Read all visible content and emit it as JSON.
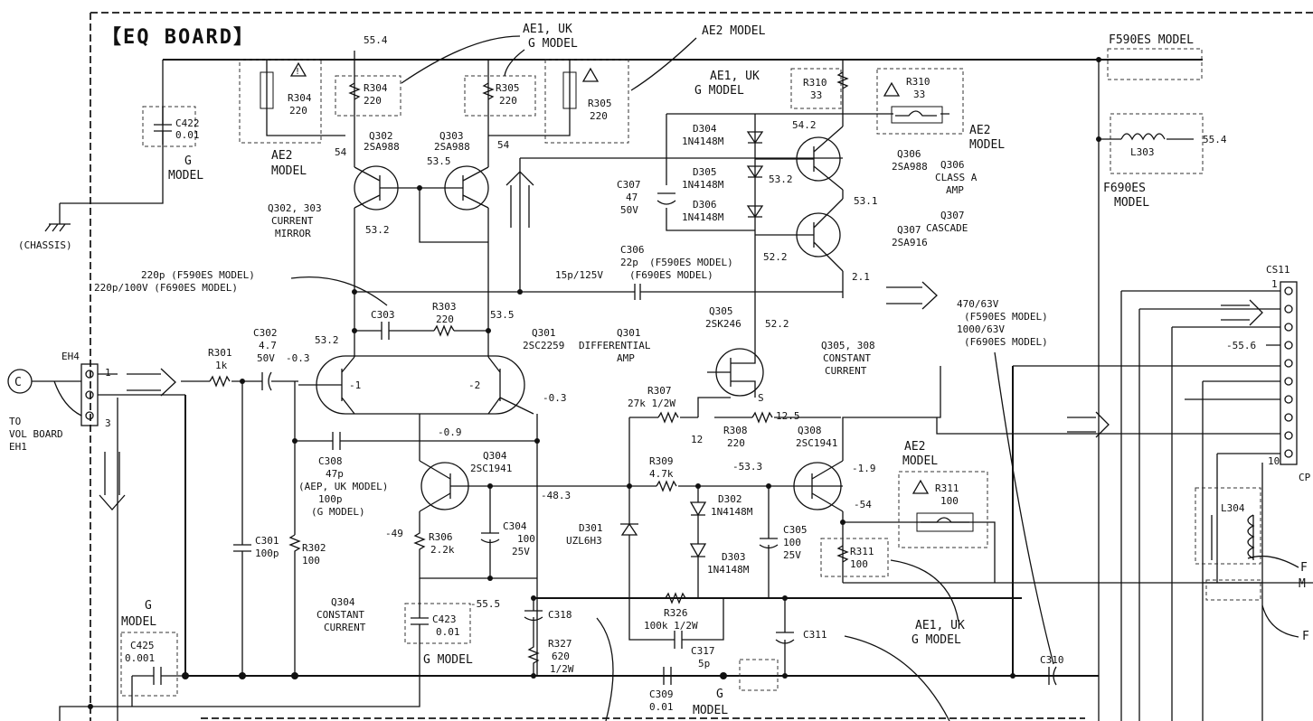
{
  "board_title": "【EQ BOARD】",
  "variant_labels": {
    "ae1_uk_g_top": [
      "AE1, UK",
      "G MODEL"
    ],
    "ae2_top": "AE2 MODEL",
    "f590es_model": "F590ES MODEL",
    "f690es_model": [
      "F690ES",
      "MODEL"
    ],
    "ae2_left": [
      "AE2",
      "MODEL"
    ],
    "ae1_uk_g_right": [
      "AE1, UK",
      "G MODEL"
    ],
    "ae2_right": [
      "AE2",
      "MODEL"
    ],
    "g_model_c422": [
      "G",
      "MODEL"
    ],
    "g_model_c425": [
      "G",
      "MODEL"
    ],
    "ae2_r311": [
      "AE2",
      "MODEL"
    ],
    "ae1_uk_g_bottom": [
      "AE1, UK",
      "G MODEL"
    ],
    "g_model_c423": "G MODEL",
    "g_model_c309": [
      "G",
      "MODEL"
    ]
  },
  "voltages": {
    "v55_4_top": "55.4",
    "v55_4_right": "55.4",
    "v54_left": "54",
    "v54_right": "54",
    "v53_5_q302": "53.5",
    "v53_2_mirror": "53.2",
    "v54_2": "54.2",
    "v53_2_d": "53.2",
    "v53_1": "53.1",
    "v52_2_q307": "52.2",
    "v2_1": "2.1",
    "v53_2_left": "53.2",
    "v53_5_right": "53.5",
    "v52_2_q305": "52.2",
    "vm0_3_in": "-0.3",
    "vm0_3_out": "-0.3",
    "vm0_9": "-0.9",
    "vm48_3": "-48.3",
    "vm49": "-49",
    "v12_5": "12.5",
    "v12": "12",
    "vm53_3": "-53.3",
    "vm1_9": "-1.9",
    "vm54": "-54",
    "vm55_5": "-55.5",
    "vm55_6": "-55.6"
  },
  "components": {
    "c422": [
      "C422",
      "0.01"
    ],
    "r304_fuse": [
      "R304",
      "220"
    ],
    "r304": [
      "R304",
      "220"
    ],
    "r305": [
      "R305",
      "220"
    ],
    "r305_fuse": [
      "R305",
      "220"
    ],
    "r310": [
      "R310",
      "33"
    ],
    "r310_fuse": [
      "R310",
      "33"
    ],
    "l303": "L303",
    "q302": [
      "Q302",
      "2SA988"
    ],
    "q303": [
      "Q303",
      "2SA988"
    ],
    "mirror_note": [
      "Q302, 303",
      "CURRENT",
      "MIRROR"
    ],
    "d304": [
      "D304",
      "1N4148M"
    ],
    "d305": [
      "D305",
      "1N4148M"
    ],
    "d306": [
      "D306",
      "1N4148M"
    ],
    "c307": [
      "C307",
      "47",
      "50V"
    ],
    "q306": [
      "Q306",
      "2SA988"
    ],
    "q306_note": [
      "Q306",
      "CLASS A",
      "AMP"
    ],
    "q307": [
      "Q307",
      "2SA916"
    ],
    "q307_note": [
      "Q307",
      "CASCADE"
    ],
    "c306": [
      "C306",
      "22p",
      "(F590ES MODEL)",
      "15p/125V",
      "(F690ES MODEL)"
    ],
    "c303_note": [
      "220p (F590ES MODEL)",
      "220p/100V (F690ES MODEL)"
    ],
    "c303": "C303",
    "r303": [
      "R303",
      "220"
    ],
    "q301": [
      "Q301",
      "2SC2259"
    ],
    "q301_note": [
      "Q301",
      "DIFFERENTIAL",
      "AMP"
    ],
    "q305": [
      "Q305",
      "2SK246"
    ],
    "q305_note": [
      "Q305, 308",
      "CONSTANT",
      "CURRENT"
    ],
    "c310_note": [
      "470/63V",
      "(F590ES MODEL)",
      "1000/63V",
      "(F690ES MODEL)"
    ],
    "r301": [
      "R301",
      "1k"
    ],
    "c302": [
      "C302",
      "4.7",
      "50V"
    ],
    "r307": [
      "R307",
      "27k 1/2W"
    ],
    "r308": [
      "R308",
      "220"
    ],
    "q308": [
      "Q308",
      "2SC1941"
    ],
    "c308": [
      "C308",
      "47p",
      "(AEP, UK MODEL)",
      "100p",
      "(G MODEL)"
    ],
    "q304": [
      "Q304",
      "2SC1941"
    ],
    "r309": [
      "R309",
      "4.7k"
    ],
    "d301": [
      "D301",
      "UZL6H3"
    ],
    "d302": [
      "D302",
      "1N4148M"
    ],
    "d303": [
      "D303",
      "1N4148M"
    ],
    "c305": [
      "C305",
      "100",
      "25V"
    ],
    "r311_fuse": [
      "R311",
      "100"
    ],
    "r311": [
      "R311",
      "100"
    ],
    "r306": [
      "R306",
      "2.2k"
    ],
    "c304": [
      "C304",
      "100",
      "25V"
    ],
    "c301": [
      "C301",
      "100p"
    ],
    "r302": [
      "R302",
      "100"
    ],
    "q304_note": [
      "Q304",
      "CONSTANT",
      "CURRENT"
    ],
    "c423": [
      "C423",
      "0.01"
    ],
    "c318": "C318",
    "r327": [
      "R327",
      "620",
      "1/2W"
    ],
    "r326": [
      "R326",
      "100k 1/2W"
    ],
    "c317": [
      "C317",
      "5p"
    ],
    "c311": "C311",
    "c309": [
      "C309",
      "0.01"
    ],
    "c310": "C310",
    "c425": [
      "C425",
      "0.001"
    ],
    "l304": "L304"
  },
  "connectors": {
    "eh4": "EH4",
    "eh4_pins": [
      "1",
      "3"
    ],
    "cs11": "CS11",
    "cs11_pins": [
      "1",
      "10"
    ],
    "cp": "CP",
    "off_board": "C",
    "to_vol": [
      "TO",
      "VOL BOARD",
      "EH1"
    ],
    "chassis": "(CHASSIS)",
    "s_pin": "S",
    "q301_pins": [
      "-1",
      "-2"
    ],
    "edge_f_1": "F",
    "edge_m": "M",
    "edge_f_2": "F"
  }
}
